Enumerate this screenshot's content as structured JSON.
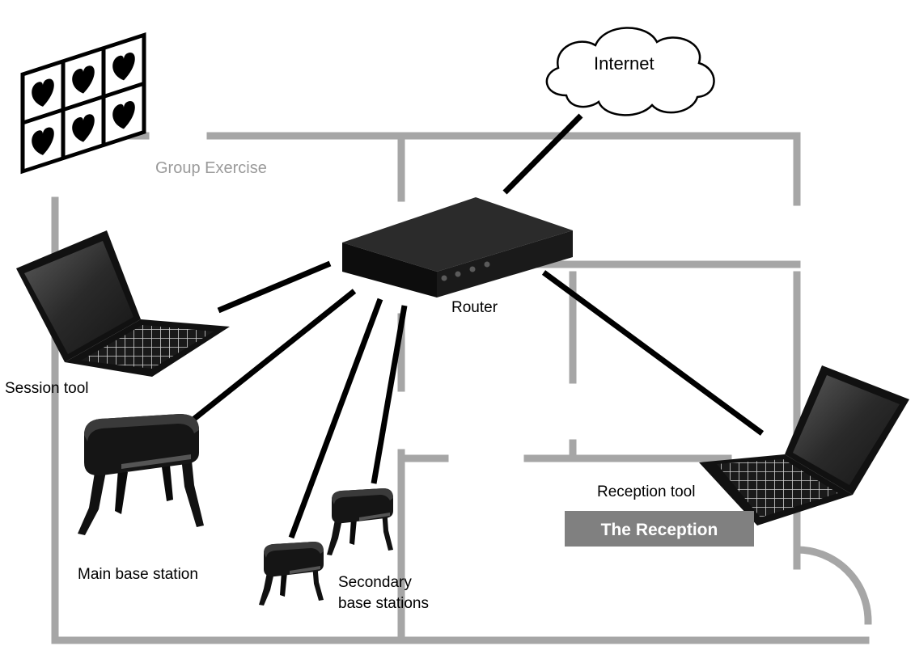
{
  "labels": {
    "internet": "Internet",
    "group_exercise": "Group Exercise",
    "router": "Router",
    "session_tool": "Session tool",
    "main_base_station": "Main base station",
    "secondary_line1": "Secondary",
    "secondary_line2": "base stations",
    "reception_tool": "Reception tool",
    "reception_badge": "The Reception"
  },
  "icons": {
    "cloud": "cloud-icon",
    "router": "router-icon",
    "laptop": "laptop-icon",
    "base_station": "base-station-icon",
    "heart_display": "heart-display-icon"
  },
  "colors": {
    "walls": "#a6a6a6",
    "badge": "#808080",
    "devices": "#111111"
  }
}
